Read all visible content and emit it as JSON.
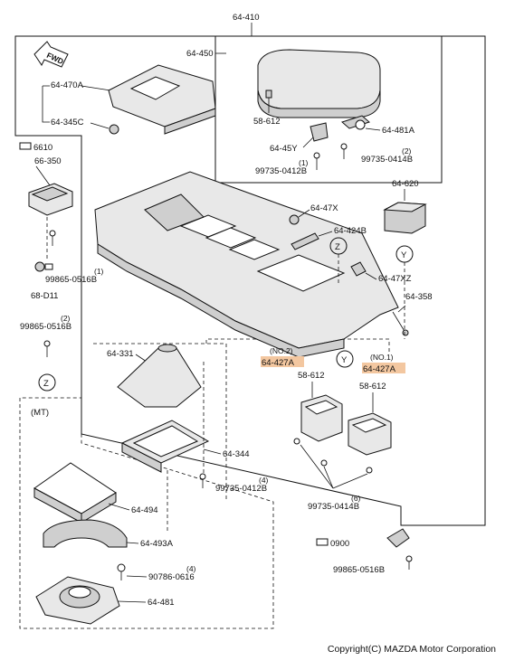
{
  "parts": {
    "p64_410": "64-410",
    "p64_450": "64-450",
    "p64_470A": "64-470A",
    "p64_345C": "64-345C",
    "p58_612_top": "58-612",
    "p64_481A": "64-481A",
    "p64_45Y": "64-45Y",
    "p99735_0414B_top": "99735-0414B",
    "qty2_top": "(2)",
    "p99735_0412B_top": "99735-0412B",
    "qty1_top": "(1)",
    "p66_350": "66-350",
    "p6610": "6610",
    "p64_47X": "64-47X",
    "p64_620": "64-620",
    "p64_424B": "64-424B",
    "p64_47XZ": "64-47XZ",
    "p99865_0516B_left": "99865-0516B",
    "qty1_left": "(1)",
    "p68_D11": "68-D11",
    "p64_358": "64-358",
    "p99865_0516B_left2": "99865-0516B",
    "qty2_left2": "(2)",
    "no2": "(NO.2)",
    "p64_427A_no2": "64-427A",
    "no1": "(NO.1)",
    "p64_427A_no1": "64-427A",
    "p58_612_mid_a": "58-612",
    "p58_612_mid_b": "58-612",
    "p64_331": "64-331",
    "p64_344": "64-344",
    "p99735_0412B_mt": "99735-0412B",
    "qty4_mt": "(4)",
    "p99735_0414B_bot": "99735-0414B",
    "qty6_bot": "(6)",
    "p64_494": "64-494",
    "p64_493A": "64-493A",
    "p90786_0616": "90786-0616",
    "qty4_bot": "(4)",
    "p64_481": "64-481",
    "p0900": "0900",
    "p99865_0516B_bot": "99865-0516B",
    "mt": "(MT)",
    "fwd": "FWD",
    "markY": "Y",
    "markZ": "Z"
  },
  "colors": {
    "highlight": "#f3c7a0",
    "line": "#111111"
  },
  "footer": {
    "copyright": "Copyright(C) MAZDA Motor Corporation"
  }
}
